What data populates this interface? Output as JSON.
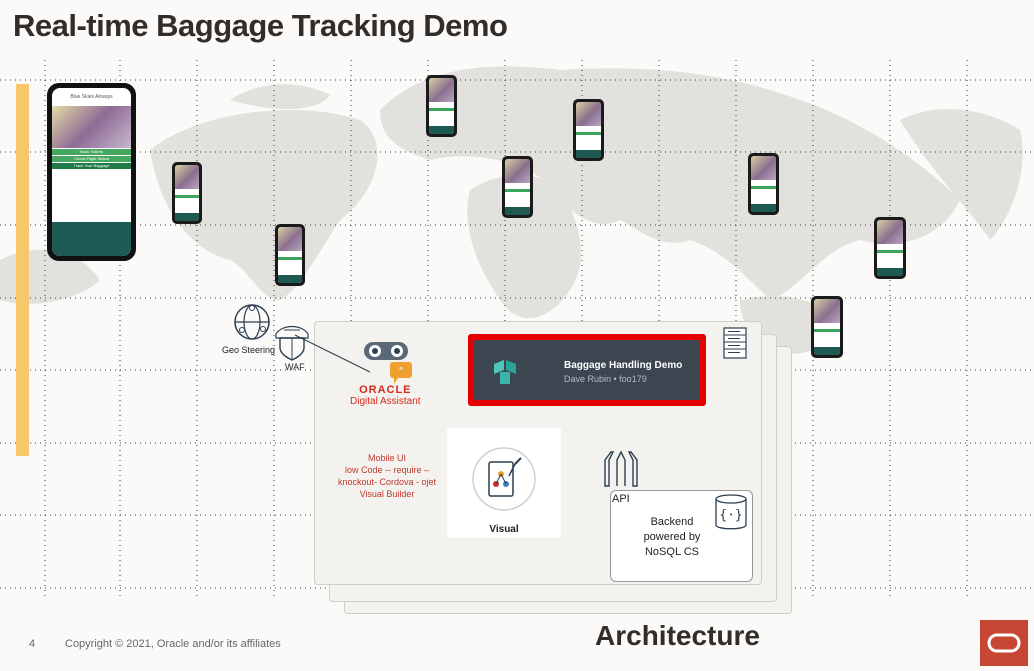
{
  "title": "Real-time Baggage Tracking Demo",
  "big_phone": {
    "header": "Blue Skies Airways",
    "buttons": [
      "Book Tickets",
      "Check Flight Status",
      "Track Your Baggage"
    ]
  },
  "geo_steering": "Geo Steering",
  "waf": "WAF",
  "oracle_brand": "ORACLE",
  "digital_assistant": "Digital Assistant",
  "app_card": {
    "title": "Baggage Handling Demo",
    "subtitle": "Dave Rubin • foo179"
  },
  "mobile_ui": {
    "lines": [
      "Mobile UI",
      "low Code -- require –",
      "knockout- Cordova - ojet",
      "Visual Builder"
    ]
  },
  "visual_label": "Visual",
  "api_label": "API",
  "backend": {
    "line1": "Backend",
    "line2": "powered by",
    "line3": "NoSQL CS"
  },
  "architecture": "Architecture",
  "footer": {
    "page_number": "4",
    "copyright": "Copyright © 2021, Oracle and/or its affiliates"
  },
  "colors": {
    "highlight": "#e40000",
    "oracle_red": "#c74634",
    "accent_yellow": "#f7c86a",
    "app_green": "#3aa55c"
  }
}
